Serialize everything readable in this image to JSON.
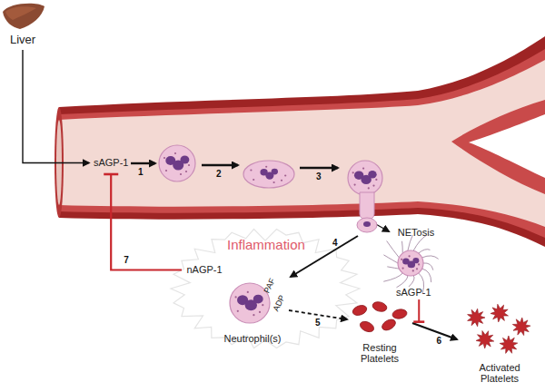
{
  "diagram": {
    "nodes": [
      {
        "text": [
          "Liver"
        ]
      },
      {
        "text": [
          "sAGP-1"
        ]
      },
      {
        "text": [
          "NETosis"
        ]
      },
      {
        "text": [
          "nAGP-1"
        ]
      },
      {
        "text": [
          "Neutrophil(s)"
        ]
      },
      {
        "text": [
          "Resting Platelets"
        ]
      },
      {
        "text": [
          "Activated Platelets"
        ]
      }
    ],
    "edges": [
      {
        "from": 0,
        "to": 1,
        "arrow": "to"
      },
      {
        "from": 3,
        "to": 1,
        "label": "7",
        "arrow": "to"
      },
      {
        "from": 4,
        "to": 5,
        "label": "5",
        "arrow": "to"
      },
      {
        "from": 5,
        "to": 6,
        "label": "6",
        "arrow": "to"
      }
    ],
    "labels": [
      "1",
      "2",
      "3",
      "4",
      "Inflammation",
      "PAF",
      "ADP",
      "sAGP-1"
    ]
  }
}
